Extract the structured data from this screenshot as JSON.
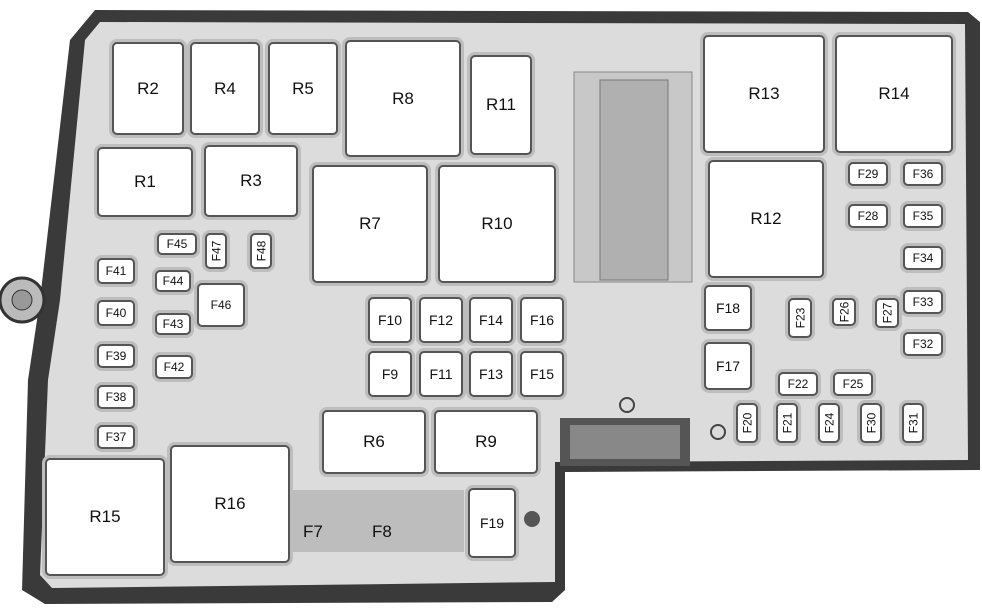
{
  "title": "Fuse box layout",
  "relays": {
    "R1": "R1",
    "R2": "R2",
    "R3": "R3",
    "R4": "R4",
    "R5": "R5",
    "R6": "R6",
    "R7": "R7",
    "R8": "R8",
    "R9": "R9",
    "R10": "R10",
    "R11": "R11",
    "R12": "R12",
    "R13": "R13",
    "R14": "R14",
    "R15": "R15",
    "R16": "R16"
  },
  "fuses": {
    "F7": "F7",
    "F8": "F8",
    "F9": "F9",
    "F10": "F10",
    "F11": "F11",
    "F12": "F12",
    "F13": "F13",
    "F14": "F14",
    "F15": "F15",
    "F16": "F16",
    "F17": "F17",
    "F18": "F18",
    "F19": "F19",
    "F20": "F20",
    "F21": "F21",
    "F22": "F22",
    "F23": "F23",
    "F24": "F24",
    "F25": "F25",
    "F26": "F26",
    "F27": "F27",
    "F28": "F28",
    "F29": "F29",
    "F30": "F30",
    "F31": "F31",
    "F32": "F32",
    "F33": "F33",
    "F34": "F34",
    "F35": "F35",
    "F36": "F36",
    "F37": "F37",
    "F38": "F38",
    "F39": "F39",
    "F40": "F40",
    "F41": "F41",
    "F42": "F42",
    "F43": "F43",
    "F44": "F44",
    "F45": "F45",
    "F46": "F46",
    "F47": "F47",
    "F48": "F48"
  }
}
